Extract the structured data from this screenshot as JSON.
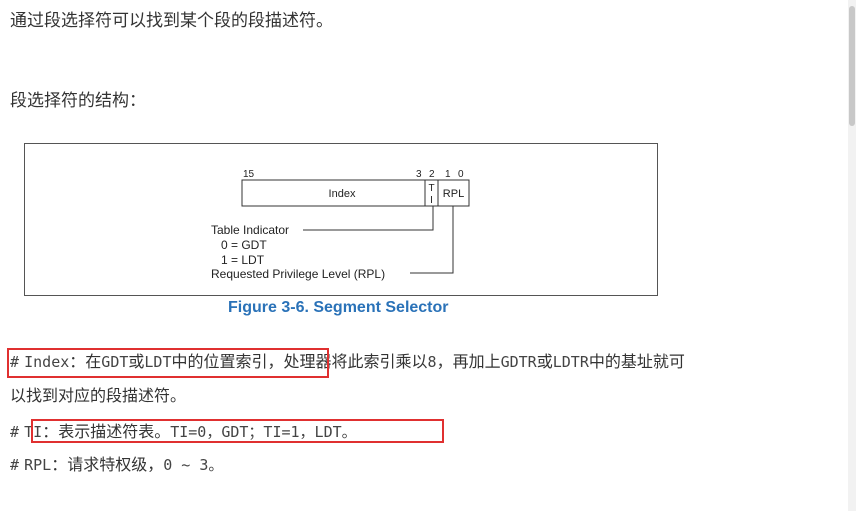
{
  "intro": "通过段选择符可以找到某个段的段描述符。",
  "structure_heading": "段选择符的结构：",
  "figure": {
    "bit_15": "15",
    "bit_3": "3",
    "bit_2": "2",
    "bit_1": "1",
    "bit_0": "0",
    "index_label": "Index",
    "ti_t": "T",
    "ti_i": "I",
    "rpl_label": "RPL",
    "table_indicator": "Table Indicator",
    "gdt_line": "0 = GDT",
    "ldt_line": "1 = LDT",
    "rpl_desc": "Requested Privilege Level (RPL)",
    "caption": "Figure 3-6.  Segment Selector"
  },
  "notes": {
    "index_hash": "#",
    "index_key": "Index",
    "index_colon": "：在",
    "index_gdt": "GDT",
    "index_or": "或",
    "index_ldt": "LDT",
    "index_tail_boxed": "中的位置索引",
    "index_comma": "，",
    "index_rest_a": "处理器将此索引乘以",
    "index_eight": "8",
    "index_rest_b": "，再加上",
    "index_gdtr": "GDTR",
    "index_or2": "或",
    "index_ldtr": "LDTR",
    "index_rest_c": "中的基址就可",
    "index_line2": "以找到对应的段描述符。",
    "ti_hash": "#",
    "ti_key": "TI",
    "ti_text_a": "：表示描述符表。",
    "ti_text_b": "TI=0，GDT；TI=1，LDT。",
    "rpl_hash": "#",
    "rpl_key": "RPL",
    "rpl_text_a": "：请求特权级，",
    "rpl_text_b": "0 ~ 3。"
  },
  "colors": {
    "caption": "#2a72b8",
    "highlight_box": "#e03030",
    "text": "#333333"
  }
}
